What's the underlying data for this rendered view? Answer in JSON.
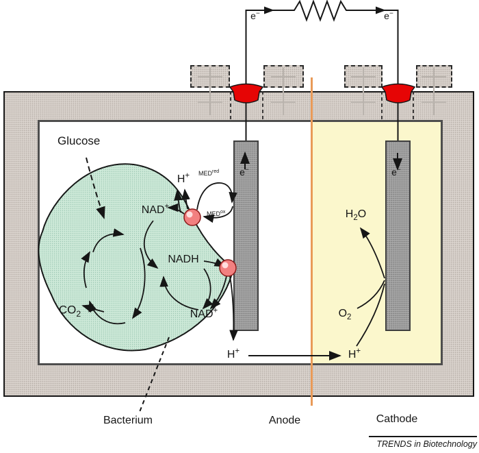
{
  "figure": {
    "caption": "TRENDS in Biotechnology",
    "labels": {
      "glucose": "Glucose",
      "bacterium": "Bacterium",
      "anode": "Anode",
      "cathode": "Cathode",
      "nadh": "NADH",
      "h_plus": {
        "base": "H",
        "sup": "+"
      },
      "nad_plus": {
        "base": "NAD",
        "sup": "+"
      },
      "co2": {
        "base": "CO",
        "sub": "2"
      },
      "o2": {
        "base": "O",
        "sub": "2"
      },
      "h2o": {
        "p1": "H",
        "sub": "2",
        "p2": "O"
      },
      "e_minus": {
        "base": "e",
        "sup": "−"
      },
      "med_red": {
        "base": "MED",
        "sup": "red"
      },
      "med_ox": {
        "base": "MED",
        "sup": "ox"
      }
    },
    "colors": {
      "wall": "#d9d2cc",
      "chamber_anode": "#ffffff",
      "chamber_cathode": "#fbf7cc",
      "membrane": "#e99a58",
      "electrode": "#a7a7a7",
      "stopper_red": "#e60505",
      "bacterium_fill": "#cde9d8",
      "mediator_ball": "#f28080",
      "ink": "#161616"
    }
  }
}
